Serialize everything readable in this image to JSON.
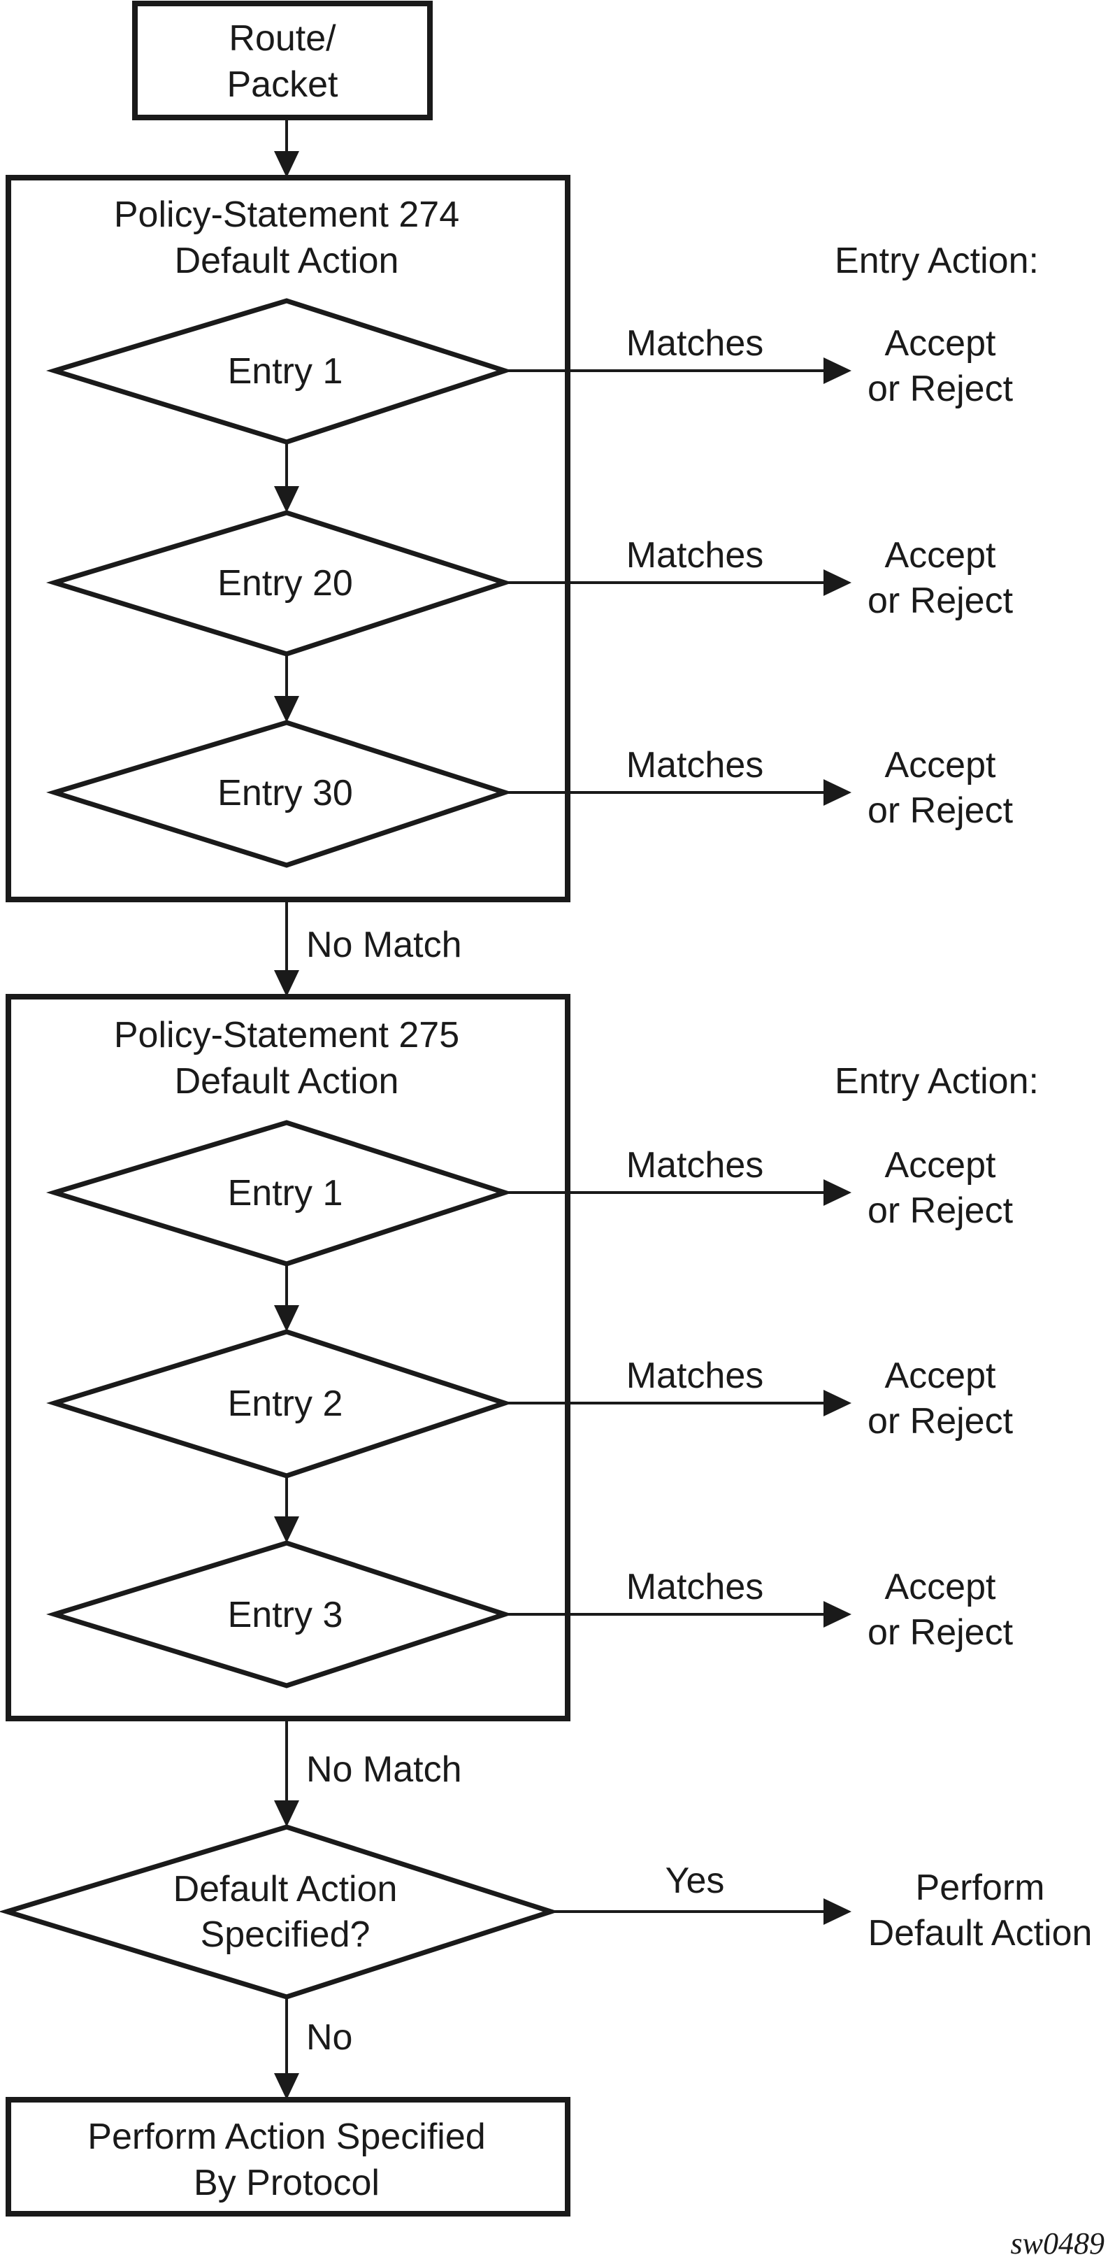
{
  "start": {
    "line1": "Route/",
    "line2": "Packet"
  },
  "policies": [
    {
      "title": "Policy-Statement 274",
      "subtitle": "Default Action",
      "entry_action_header": "Entry Action:",
      "entries": [
        {
          "label": "Entry 1",
          "edge_label": "Matches",
          "action_line1": "Accept",
          "action_line2": "or Reject"
        },
        {
          "label": "Entry 20",
          "edge_label": "Matches",
          "action_line1": "Accept",
          "action_line2": "or Reject"
        },
        {
          "label": "Entry 30",
          "edge_label": "Matches",
          "action_line1": "Accept",
          "action_line2": "or Reject"
        }
      ],
      "exit_label": "No Match"
    },
    {
      "title": "Policy-Statement 275",
      "subtitle": "Default Action",
      "entry_action_header": "Entry Action:",
      "entries": [
        {
          "label": "Entry 1",
          "edge_label": "Matches",
          "action_line1": "Accept",
          "action_line2": "or Reject"
        },
        {
          "label": "Entry 2",
          "edge_label": "Matches",
          "action_line1": "Accept",
          "action_line2": "or Reject"
        },
        {
          "label": "Entry 3",
          "edge_label": "Matches",
          "action_line1": "Accept",
          "action_line2": "or Reject"
        }
      ],
      "exit_label": "No Match"
    }
  ],
  "decision": {
    "line1": "Default Action",
    "line2": "Specified?",
    "yes_label": "Yes",
    "yes_action_line1": "Perform",
    "yes_action_line2": "Default Action",
    "no_label": "No"
  },
  "final": {
    "line1": "Perform Action Specified",
    "line2": "By Protocol"
  },
  "figure_id": "sw0489"
}
